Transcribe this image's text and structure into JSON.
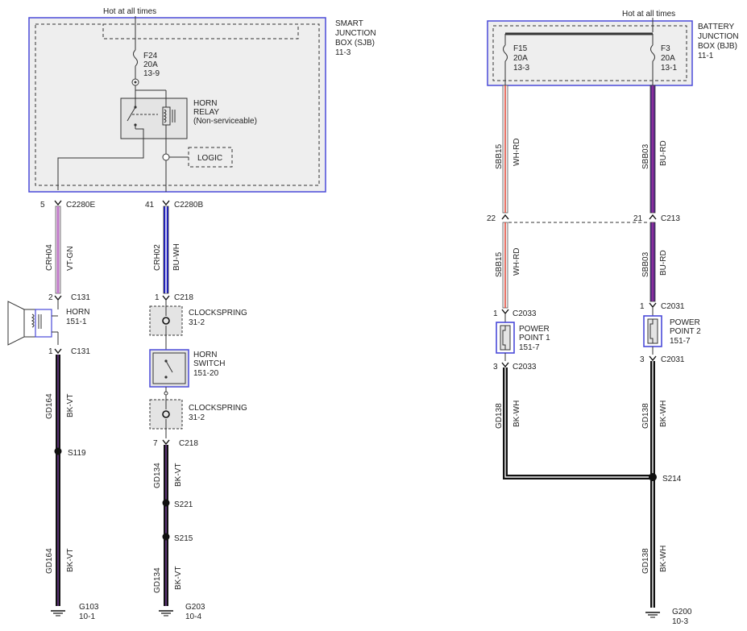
{
  "left": {
    "sjb": {
      "power_label": "Hot at all times",
      "title": [
        "SMART",
        "JUNCTION",
        "BOX (SJB)"
      ],
      "ref": "11-3"
    },
    "fuse": {
      "name": "F24",
      "rating": "20A",
      "ref": "13-9"
    },
    "relay": {
      "title": [
        "HORN",
        "RELAY"
      ],
      "note": "(Non-serviceable)"
    },
    "logic": "LOGIC",
    "conn_c2280e": {
      "pin": "5",
      "name": "C2280E"
    },
    "conn_c2280b": {
      "pin": "41",
      "name": "C2280B"
    },
    "wire_crh04": {
      "circuit": "CRH04",
      "color": "VT-GN"
    },
    "wire_crh02": {
      "circuit": "CRH02",
      "color": "BU-WH"
    },
    "c131_top": {
      "pin": "2",
      "name": "C131"
    },
    "horn": {
      "title": "HORN",
      "ref": "151-1"
    },
    "c131_bot": {
      "pin": "1",
      "name": "C131"
    },
    "c218_top": {
      "pin": "1",
      "name": "C218"
    },
    "clockspring1": {
      "title": "CLOCKSPRING",
      "ref": "31-2"
    },
    "horn_switch": {
      "title": [
        "HORN",
        "SWITCH"
      ],
      "ref": "151-20"
    },
    "clockspring2": {
      "title": "CLOCKSPRING",
      "ref": "31-2"
    },
    "c218_bot": {
      "pin": "7",
      "name": "C218"
    },
    "wire_gd164_a": {
      "circuit": "GD164",
      "color": "BK-VT"
    },
    "s119": "S119",
    "wire_gd164_b": {
      "circuit": "GD164",
      "color": "BK-VT"
    },
    "g103": {
      "name": "G103",
      "ref": "10-1"
    },
    "wire_gd134_a": {
      "circuit": "GD134",
      "color": "BK-VT"
    },
    "s221": "S221",
    "s215": "S215",
    "wire_gd134_b": {
      "circuit": "GD134",
      "color": "BK-VT"
    },
    "g203": {
      "name": "G203",
      "ref": "10-4"
    }
  },
  "right": {
    "bjb": {
      "power_label": "Hot at all times",
      "title": [
        "BATTERY",
        "JUNCTION",
        "BOX (BJB)"
      ],
      "ref": "11-1"
    },
    "fuse_f15": {
      "name": "F15",
      "rating": "20A",
      "ref": "13-3"
    },
    "fuse_f3": {
      "name": "F3",
      "rating": "20A",
      "ref": "13-1"
    },
    "wire_sbb15_a": {
      "circuit": "SBB15",
      "color": "WH-RD"
    },
    "wire_sbb03_a": {
      "circuit": "SBB03",
      "color": "BU-RD"
    },
    "c213_left_pin": "22",
    "c213": {
      "pin": "21",
      "name": "C213"
    },
    "wire_sbb15_b": {
      "circuit": "SBB15",
      "color": "WH-RD"
    },
    "wire_sbb03_b": {
      "circuit": "SBB03",
      "color": "BU-RD"
    },
    "c2033_top": {
      "pin": "1",
      "name": "C2033"
    },
    "c2031_top": {
      "pin": "1",
      "name": "C2031"
    },
    "pp1": {
      "title": [
        "POWER",
        "POINT 1"
      ],
      "ref": "151-7"
    },
    "pp2": {
      "title": [
        "POWER",
        "POINT 2"
      ],
      "ref": "151-7"
    },
    "c2033_bot": {
      "pin": "3",
      "name": "C2033"
    },
    "c2031_bot": {
      "pin": "3",
      "name": "C2031"
    },
    "wire_gd138_l": {
      "circuit": "GD138",
      "color": "BK-WH"
    },
    "wire_gd138_r": {
      "circuit": "GD138",
      "color": "BK-WH"
    },
    "s214": "S214",
    "wire_gd138_c": {
      "circuit": "GD138",
      "color": "BK-WH"
    },
    "g200": {
      "name": "G200",
      "ref": "10-3"
    }
  },
  "colors": {
    "box_border": "#4a4ad8",
    "violet": "#a030a0",
    "green": "#c9a0d0",
    "blue": "#1f1fd0",
    "white": "#f4f4f4",
    "black": "#111111",
    "red": "#e23a2a",
    "purple_dark": "#5a2a8a"
  }
}
